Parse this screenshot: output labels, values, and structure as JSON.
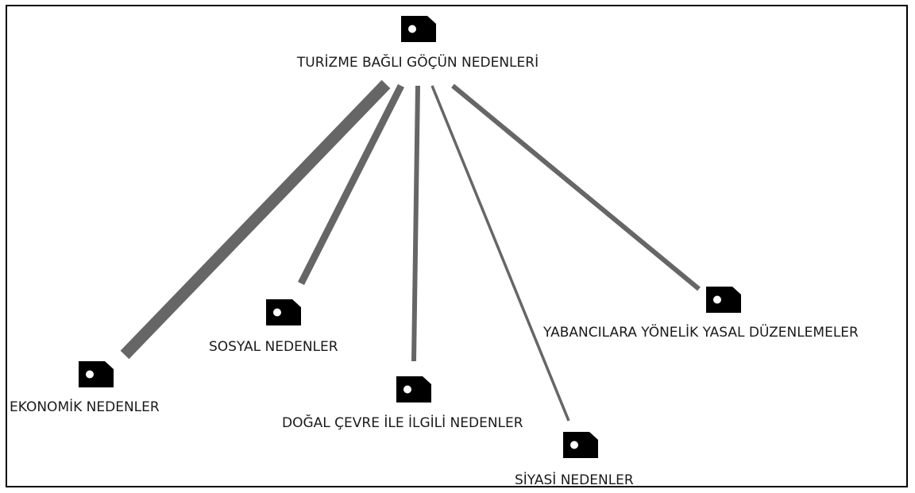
{
  "diagram": {
    "root": {
      "label": "TURİZME BAĞLI GÖÇÜN NEDENLERİ",
      "icon": "tag-icon"
    },
    "children": [
      {
        "label": "EKONOMİK NEDENLER",
        "icon": "tag-icon",
        "weight": 5
      },
      {
        "label": "SOSYAL NEDENLER",
        "icon": "tag-icon",
        "weight": 3
      },
      {
        "label": "DOĞAL ÇEVRE İLE İLGİLİ NEDENLER",
        "icon": "tag-icon",
        "weight": 2
      },
      {
        "label": "SİYASİ NEDENLER",
        "icon": "tag-icon",
        "weight": 1
      },
      {
        "label": "YABANCILARA YÖNELİK YASAL DÜZENLEMELER",
        "icon": "tag-icon",
        "weight": 2
      }
    ],
    "colors": {
      "edge": "#666666",
      "icon": "#000000",
      "text": "#1a1a1a",
      "border": "#000000"
    }
  }
}
